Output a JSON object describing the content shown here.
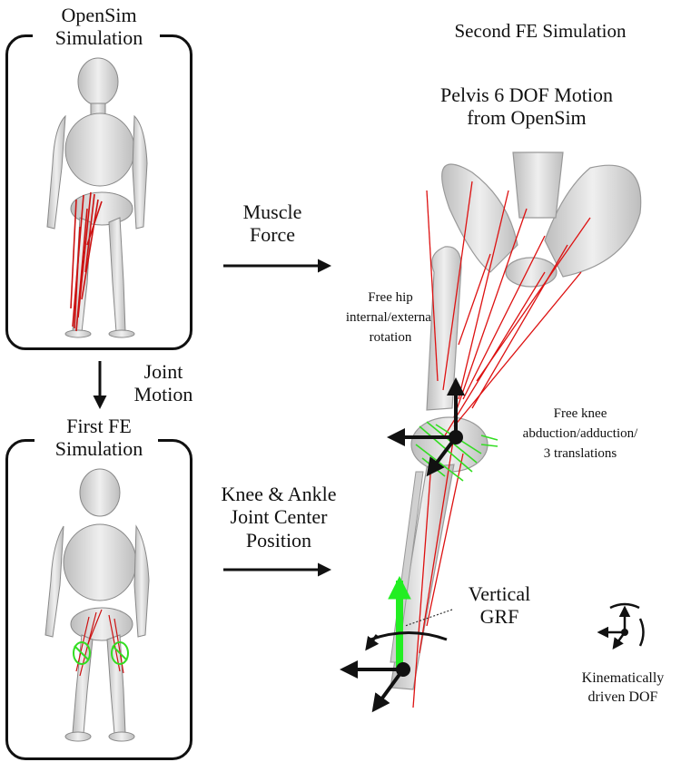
{
  "panels": {
    "opensim": {
      "title_line1": "OpenSim",
      "title_line2": "Simulation"
    },
    "first_fe": {
      "title_line1": "First FE",
      "title_line2": "Simulation"
    },
    "second_fe": {
      "title": "Second FE Simulation"
    }
  },
  "pelvis": {
    "line1": "Pelvis 6 DOF Motion",
    "line2": "from OpenSim"
  },
  "arrows": {
    "muscle_force": {
      "line1": "Muscle",
      "line2": "Force"
    },
    "joint_motion": {
      "line1": "Joint",
      "line2": "Motion"
    },
    "knee_ankle": {
      "line1": "Knee & Ankle",
      "line2": "Joint Center",
      "line3": "Position"
    }
  },
  "annotations": {
    "hip": {
      "line1": "Free hip",
      "line2": "internal/external",
      "line3": "rotation"
    },
    "knee": {
      "line1": "Free knee",
      "line2": "abduction/adduction/",
      "line3": "3 translations"
    },
    "grf": {
      "line1": "Vertical",
      "line2": "GRF"
    }
  },
  "legend": {
    "line1": "Kinematically",
    "line2": "driven DOF"
  },
  "colors": {
    "muscle": "#cc1111",
    "ligament": "#33dd22",
    "grf": "#22ee22",
    "bone": "#d9d9d9",
    "ink": "#111111"
  }
}
